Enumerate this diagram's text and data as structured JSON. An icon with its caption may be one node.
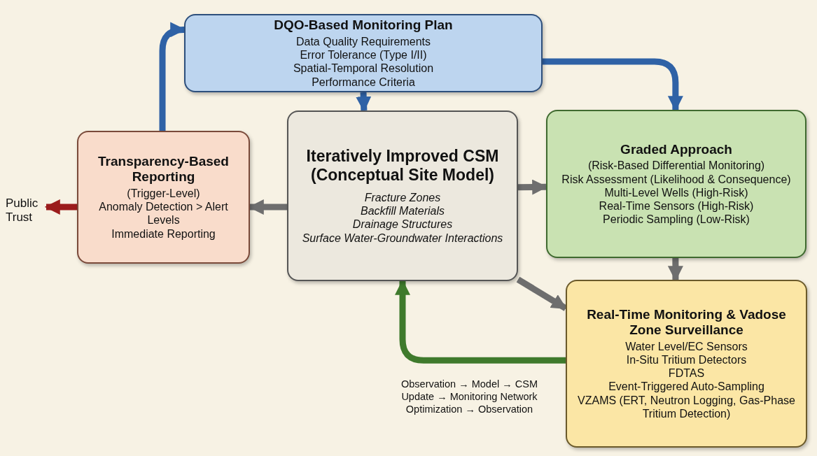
{
  "diagram": {
    "nodes": [
      {
        "text": [
          "DQO-Based Monitoring Plan",
          "Data Quality Requirements",
          "Error Tolerance (Type I/II)",
          "Spatial-Temporal Resolution",
          "Performance Criteria"
        ]
      },
      {
        "text": [
          "Transparency-Based Reporting",
          "(Trigger-Level)",
          "Anomaly Detection > Alert Levels",
          "Immediate Reporting"
        ]
      },
      {
        "text": [
          "Iteratively Improved CSM (Conceptual Site Model)",
          "Fracture Zones",
          "Backfill Materials",
          "Drainage Structures",
          "Surface Water-Groundwater Interactions"
        ]
      },
      {
        "text": [
          "Graded Approach",
          "(Risk-Based Differential Monitoring)",
          "Risk Assessment (Likelihood & Consequence)",
          "Multi-Level Wells (High-Risk)",
          "Real-Time Sensors (High-Risk)",
          "Periodic Sampling (Low-Risk)"
        ]
      },
      {
        "text": [
          "Real-Time Monitoring & Vadose Zone Surveillance",
          "Water Level/EC Sensors",
          "In-Situ Tritium Detectors",
          "FDTAS",
          "Event-Triggered Auto-Sampling",
          "VZAMS (ERT, Neutron Logging, Gas-Phase Tritium Detection)"
        ]
      },
      {
        "text": [
          "Public Trust"
        ]
      }
    ],
    "edges": [
      {
        "from": 0,
        "to": 2,
        "arrow": "to",
        "color": "#2f62a6"
      },
      {
        "from": 0,
        "to": 3,
        "arrow": "to",
        "color": "#2f62a6"
      },
      {
        "from": 1,
        "to": 0,
        "arrow": "to",
        "color": "#2f62a6"
      },
      {
        "from": 2,
        "to": 1,
        "arrow": "to"
      },
      {
        "from": 2,
        "to": 3,
        "arrow": "to"
      },
      {
        "from": 2,
        "to": 4,
        "arrow": "to"
      },
      {
        "from": 3,
        "to": 4,
        "arrow": "to"
      },
      {
        "from": 4,
        "to": 2,
        "arrow": "to",
        "color": "#3f7a2c",
        "label": "Observation → Model → CSM Update → Monitoring Network Optimization → Observation"
      },
      {
        "from": 1,
        "to": 5,
        "arrow": "to",
        "color": "#9b1c1c"
      }
    ]
  }
}
